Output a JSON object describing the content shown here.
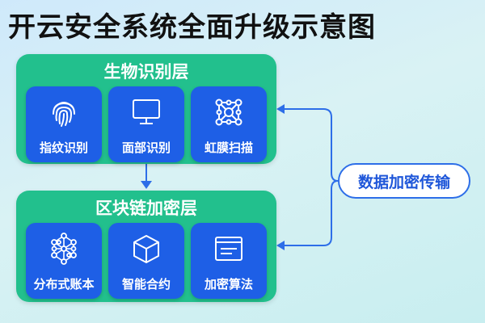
{
  "title": "开云安全系统全面升级示意图",
  "layers": [
    {
      "title": "生物识别层",
      "items": [
        {
          "label": "指纹识别",
          "icon": "fingerprint-icon"
        },
        {
          "label": "面部识别",
          "icon": "monitor-icon"
        },
        {
          "label": "虹膜扫描",
          "icon": "iris-scan-icon"
        }
      ]
    },
    {
      "title": "区块链加密层",
      "items": [
        {
          "label": "分布式账本",
          "icon": "network-icon"
        },
        {
          "label": "智能合约",
          "icon": "cube-icon"
        },
        {
          "label": "加密算法",
          "icon": "window-icon"
        }
      ]
    }
  ],
  "transfer_label": "数据加密传输",
  "colors": {
    "layer": "#22c08d",
    "card": "#1e5fe6",
    "connector": "#2d6ee8",
    "title": "#111111"
  }
}
